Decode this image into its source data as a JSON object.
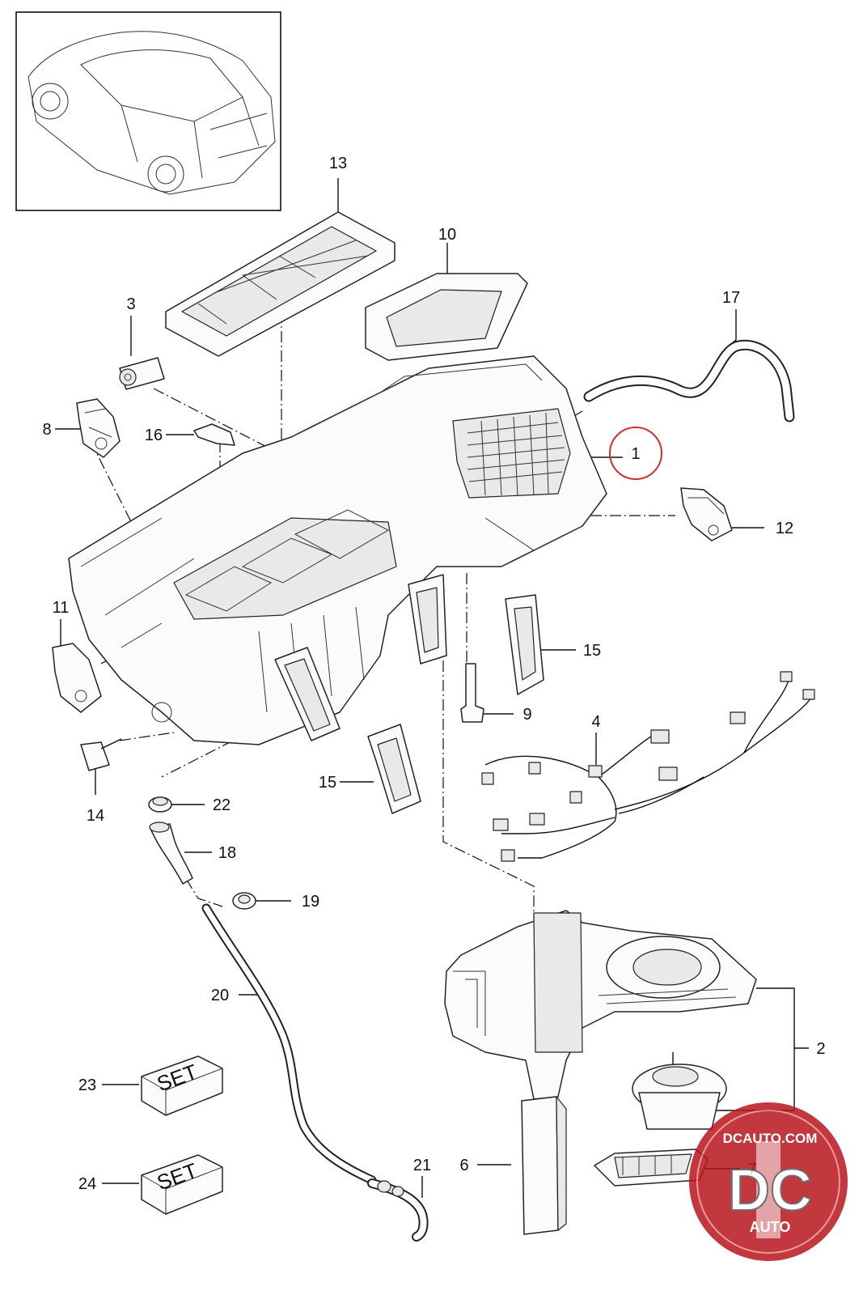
{
  "diagram": {
    "callouts": [
      {
        "id": "1",
        "text": "1",
        "highlighted": true
      },
      {
        "id": "2",
        "text": "2"
      },
      {
        "id": "3",
        "text": "3"
      },
      {
        "id": "4",
        "text": "4"
      },
      {
        "id": "6",
        "text": "6"
      },
      {
        "id": "7",
        "text": "7"
      },
      {
        "id": "8",
        "text": "8"
      },
      {
        "id": "9",
        "text": "9"
      },
      {
        "id": "10",
        "text": "10"
      },
      {
        "id": "11",
        "text": "11"
      },
      {
        "id": "12",
        "text": "12"
      },
      {
        "id": "13",
        "text": "13"
      },
      {
        "id": "14",
        "text": "14"
      },
      {
        "id": "15a",
        "text": "15"
      },
      {
        "id": "15b",
        "text": "15"
      },
      {
        "id": "16",
        "text": "16"
      },
      {
        "id": "17",
        "text": "17"
      },
      {
        "id": "18",
        "text": "18"
      },
      {
        "id": "19",
        "text": "19"
      },
      {
        "id": "20",
        "text": "20"
      },
      {
        "id": "21",
        "text": "21"
      },
      {
        "id": "22",
        "text": "22"
      },
      {
        "id": "23",
        "text": "23"
      },
      {
        "id": "24",
        "text": "24"
      }
    ],
    "set_boxes": [
      {
        "text": "SET"
      },
      {
        "text": "SET"
      }
    ],
    "highlight_color": "#d0312d"
  },
  "watermark": {
    "site": "DCAUTO.COM",
    "logo": "DC",
    "sub": "AUTO",
    "colors": {
      "primary": "#b8161d",
      "accent": "#ffffff"
    }
  }
}
